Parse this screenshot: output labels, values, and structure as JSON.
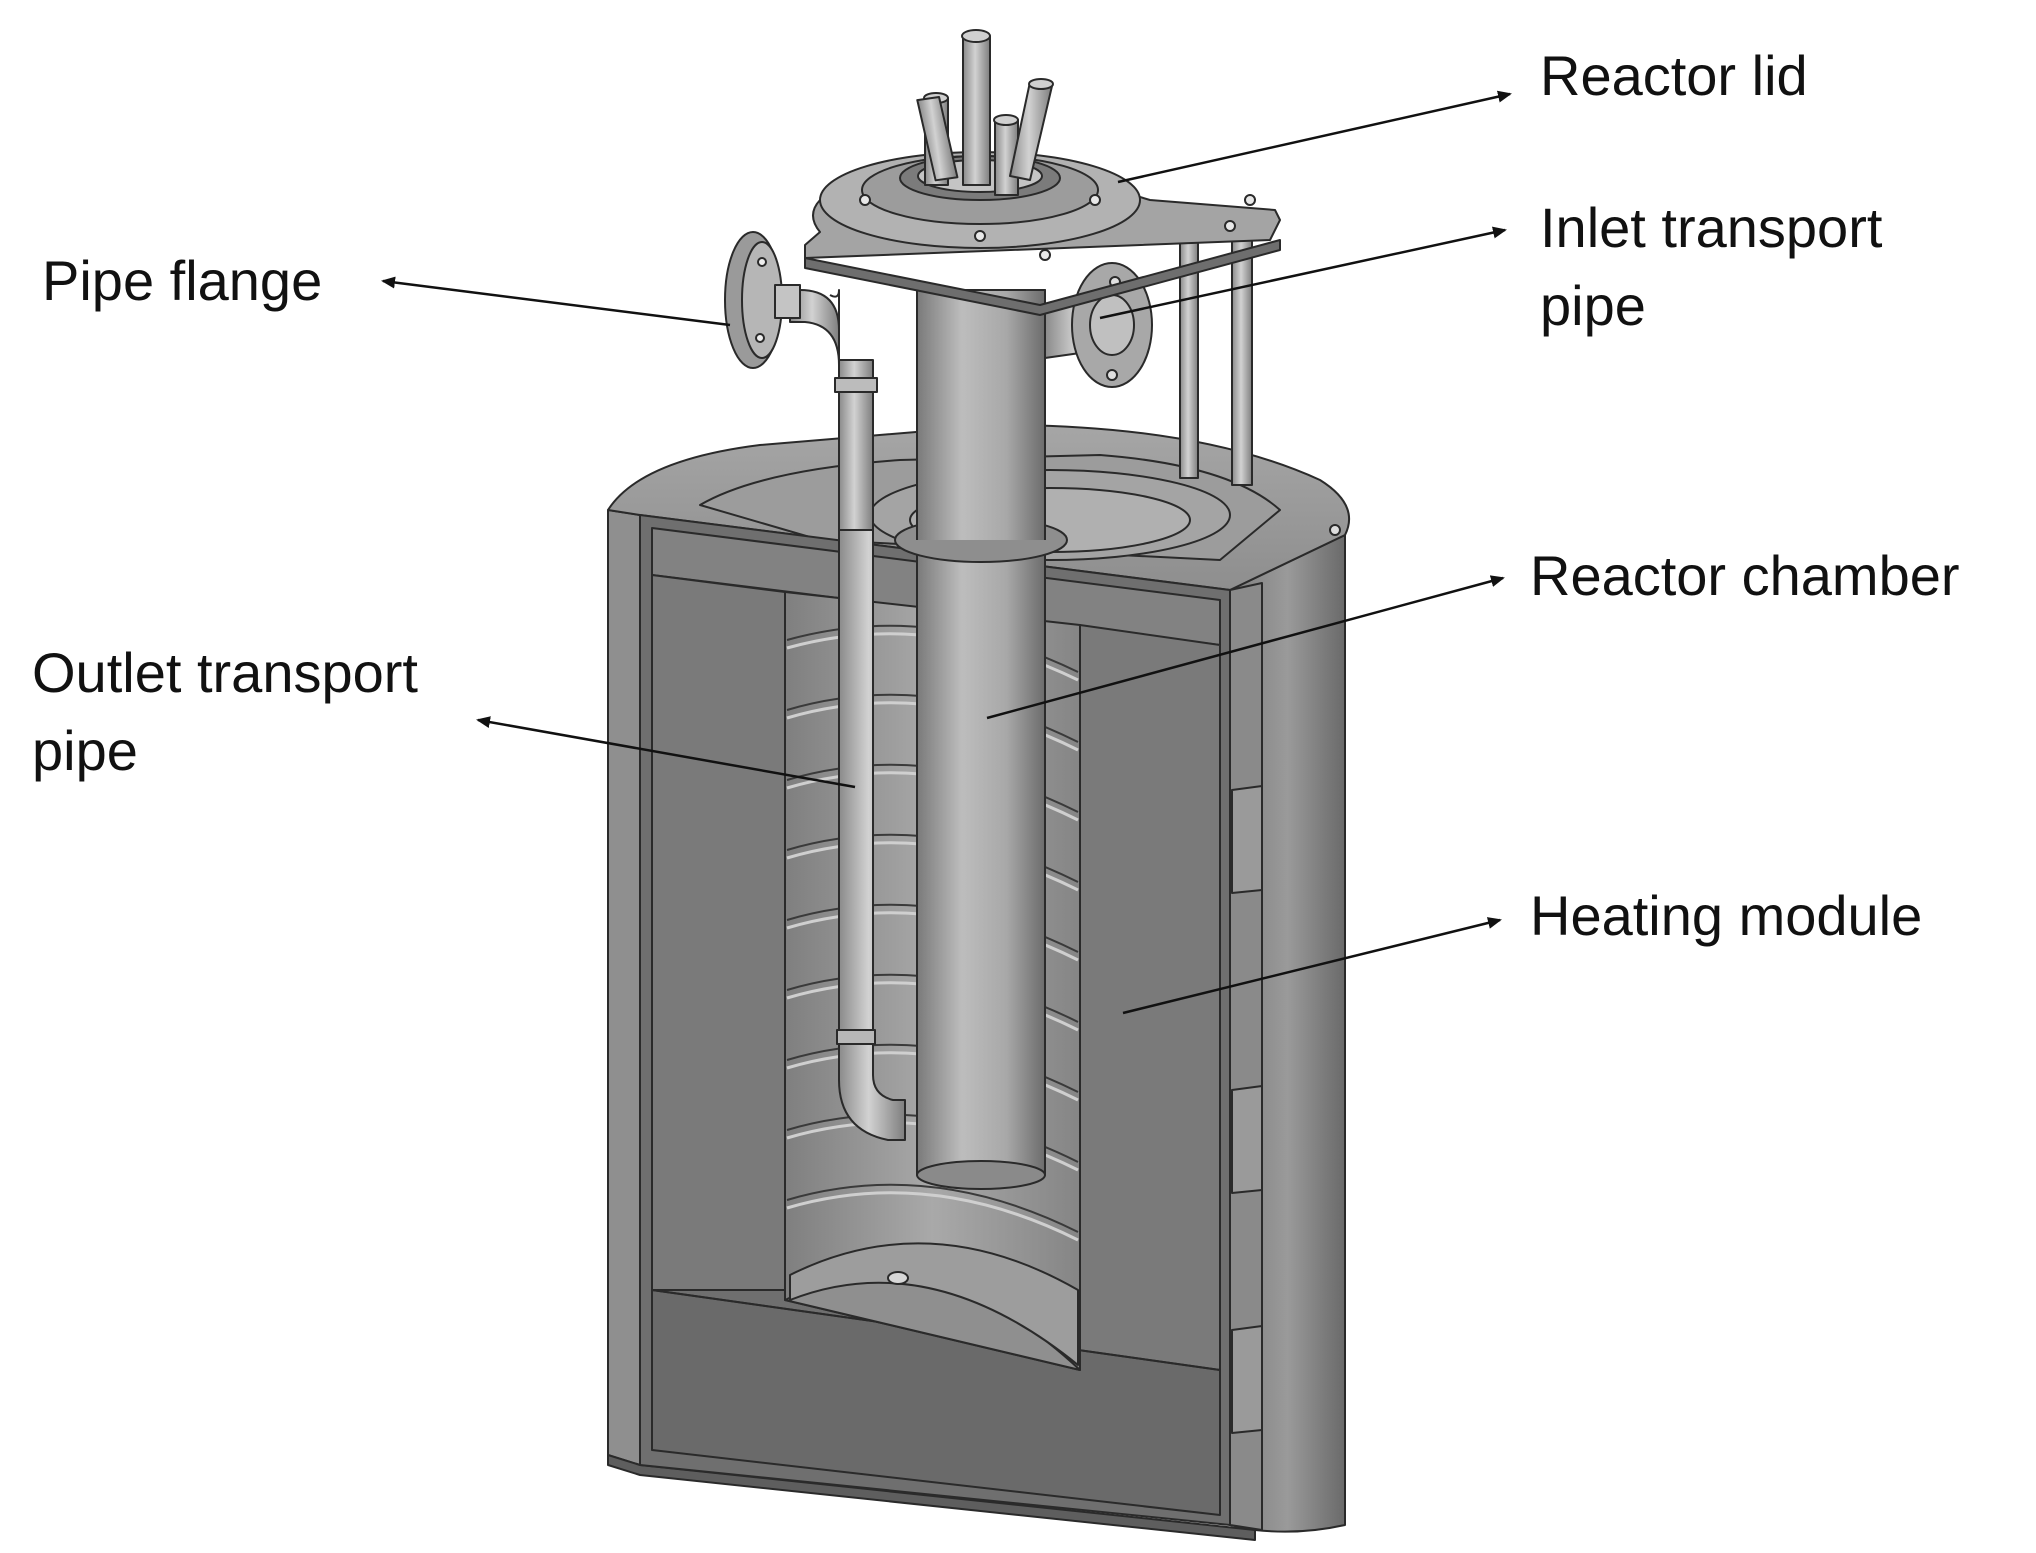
{
  "labels": {
    "reactor_lid": "Reactor lid",
    "inlet_pipe_line1": "Inlet transport",
    "inlet_pipe_line2": "pipe",
    "pipe_flange": "Pipe flange",
    "reactor_chamber": "Reactor chamber",
    "outlet_pipe_line1": "Outlet transport",
    "outlet_pipe_line2": "pipe",
    "heating_module": "Heating module"
  },
  "colors": {
    "background": "#ffffff",
    "outline": "#2a2a2a",
    "shell_dark": "#6e6e6e",
    "shell_mid": "#8c8c8c",
    "shell_light": "#b4b4b4",
    "metal_light": "#c8c8c8",
    "arrow": "#111111",
    "text": "#111111"
  }
}
